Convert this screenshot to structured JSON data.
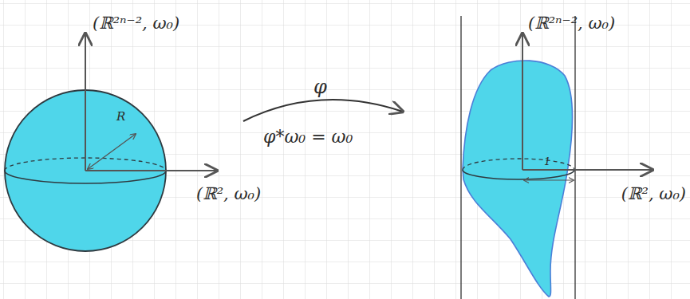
{
  "diagram": {
    "labels": [
      "(ℝ²ⁿ⁻², ω₀)",
      "(ℝ², ω₀)",
      "R",
      "φ",
      "φ*ω₀ = ω₀",
      "(ℝ²ⁿ⁻², ω₀)",
      "(ℝ², ω₀)",
      "1"
    ]
  }
}
